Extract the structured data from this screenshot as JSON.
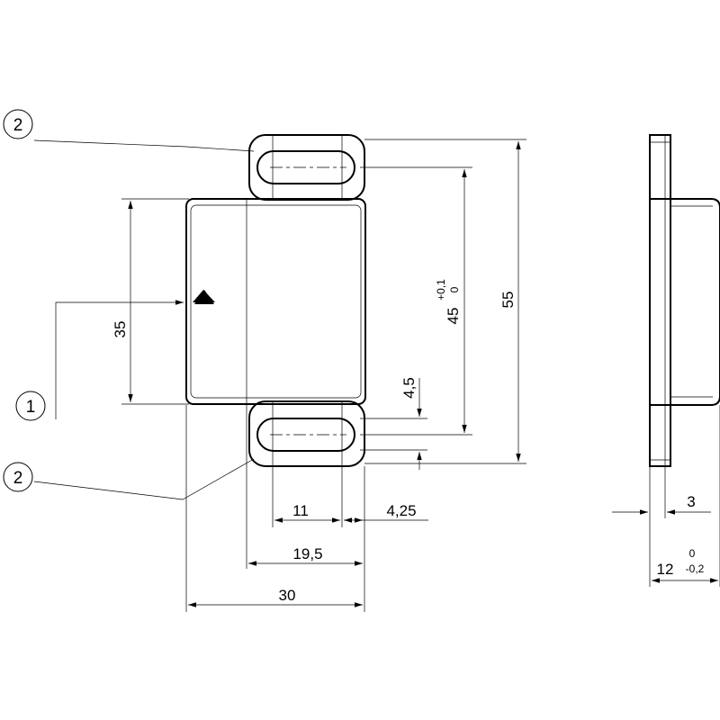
{
  "drawing": {
    "callouts": [
      "2",
      "1",
      "2"
    ],
    "dimensions": {
      "d35": "35",
      "d45": "45",
      "d45_tol_upper": "+0,1",
      "d45_tol_lower": "0",
      "d55": "55",
      "d4_5": "4,5",
      "d11": "11",
      "d4_25": "4,25",
      "d19_5": "19,5",
      "d30": "30",
      "d3": "3",
      "d12": "12",
      "d12_tol_upper": "0",
      "d12_tol_lower": "-0,2"
    }
  }
}
